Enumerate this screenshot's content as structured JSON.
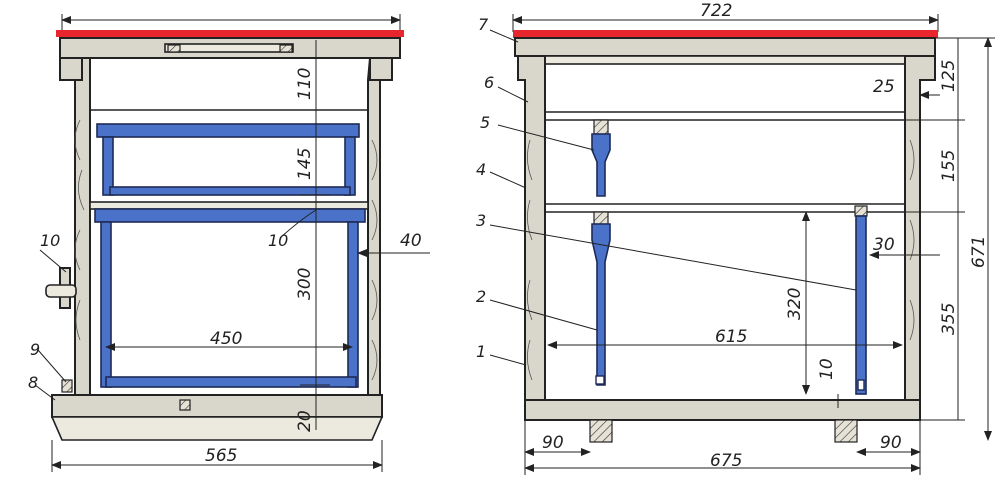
{
  "colors": {
    "frame": "#4a72c8",
    "top_bar": "#e8262d",
    "wood": "#d9d6cc"
  },
  "left_view": {
    "overall_width": "565",
    "bottom_dim": "450",
    "heights": [
      "110",
      "145",
      "300",
      "20"
    ],
    "side_dim": "40",
    "callouts": {
      "c8": "8",
      "c9": "9",
      "c10_left": "10",
      "c10_center": "10"
    }
  },
  "right_view": {
    "overall_width": "722",
    "inner_width": "615",
    "base_width": "675",
    "base_left": "90",
    "base_right": "90",
    "frame_height": "320",
    "gap_bottom": "10",
    "side_25": "25",
    "side_30": "30",
    "right_heights": [
      "125",
      "155",
      "355",
      "671"
    ],
    "callouts": [
      "1",
      "2",
      "3",
      "4",
      "5",
      "6",
      "7"
    ]
  }
}
